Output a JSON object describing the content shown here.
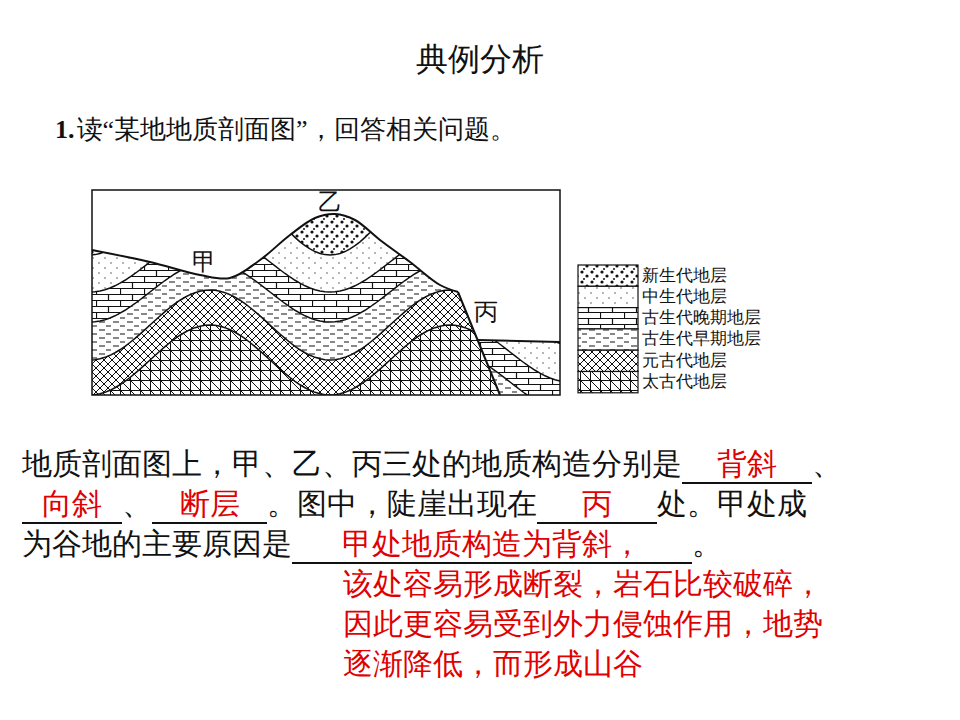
{
  "diagram": {
    "title": "典例分析",
    "labels": [
      "1.",
      "读“某地地质剖面图”，回答相关问题。",
      "甲",
      "乙",
      "丙",
      "地质剖面图上，甲、乙、丙三处的地质构造分别是",
      "背斜",
      "、",
      "向斜",
      "、",
      "断层",
      "。图中，陡崖出现在",
      "丙",
      "处。甲处成",
      "为谷地的主要原因是",
      "甲处地质构造为背斜，",
      "。",
      "该处容易形成断裂，岩石比较破碎，",
      "因此更容易受到外力侵蚀作用，地势",
      "逐渐降低，而形成山谷"
    ],
    "legend": [
      {
        "text": "新生代地层"
      },
      {
        "text": "中生代地层"
      },
      {
        "text": "古生代晚期地层"
      },
      {
        "text": "古生代早期地层"
      },
      {
        "text": "元古代地层"
      },
      {
        "text": "太古代地层"
      }
    ]
  }
}
